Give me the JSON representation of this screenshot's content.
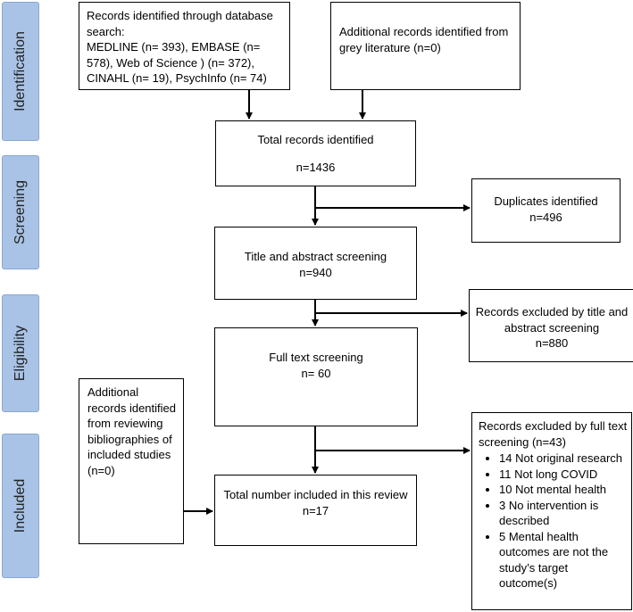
{
  "stages": [
    "Identification",
    "Screening",
    "Eligibility",
    "Included"
  ],
  "boxes": {
    "database": "Records identified through database search:\nMEDLINE (n= 393), EMBASE (n= 578), Web of Science ) (n= 372), CINAHL (n= 19), PsychInfo (n= 74)",
    "grey_literature": "Additional records identified from grey literature (n=0)",
    "total_identified": {
      "title": "Total records identified",
      "count": "n=1436"
    },
    "duplicates": {
      "title": "Duplicates identified",
      "count": "n=496"
    },
    "title_abstract": {
      "title": "Title and abstract screening",
      "count": "n=940"
    },
    "excluded_title_abstract": {
      "title": "Records excluded by title and abstract screening",
      "count": "n=880"
    },
    "full_text": {
      "title": "Full text screening",
      "count": "n= 60"
    },
    "bibliographies": "Additional records identified from reviewing bibliographies of included studies (n=0)",
    "included": {
      "title": "Total number included in this review",
      "count": "n=17"
    },
    "excluded_full_text": {
      "title": "Records excluded by full text screening (n=43)",
      "items": [
        "14 Not original research",
        "11 Not long COVID",
        "10 Not mental health",
        "3 No intervention is described",
        "5 Mental health outcomes are not the study’s target outcome(s)"
      ]
    }
  }
}
